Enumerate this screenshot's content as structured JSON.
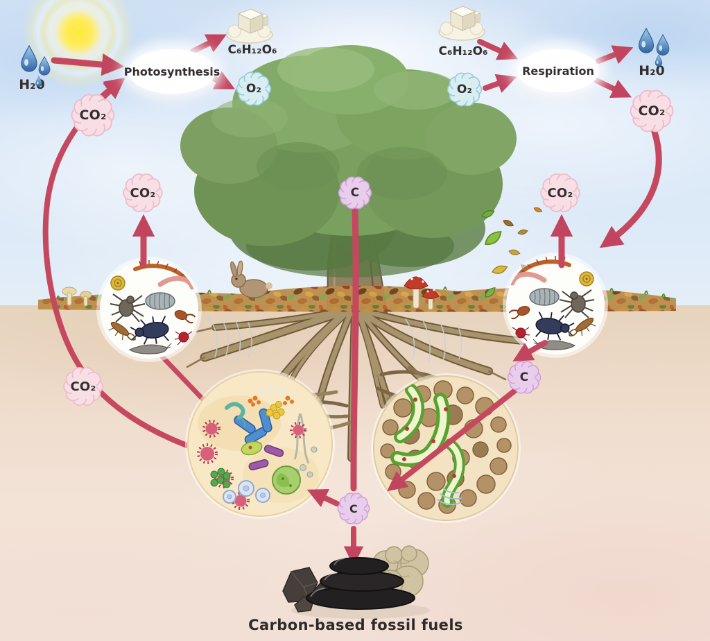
{
  "labels": {
    "photosynthesis": "Photosynthesis",
    "respiration": "Respiration",
    "glucose": "C₆H₁₂O₆",
    "water": "H₂0",
    "oxygen": "O₂",
    "carbon_dioxide": "CO₂",
    "carbon": "C",
    "fossil_fuels_caption": "Carbon-based fossil fuels"
  },
  "icons": {
    "sun-icon": "watercolor sun with rings",
    "water-droplets-icon": "blue rain droplets",
    "sugar-cubes-icon": "white sugar cubes",
    "tree-icon": "broadleaf tree with root system",
    "soil-invertebrates-icon": "circle of soil insects and worms",
    "soil-microbes-icon": "circle of bacteria, viruses and protozoa",
    "root-fungi-icon": "circle of root cells and soil particles",
    "fossil-fuels-icon": "coal lumps, oil seam and rock",
    "rabbit-icon": "brown rabbit at burrow",
    "mushrooms-icon": "fly agaric mushrooms",
    "falling-leaves-icon": "autumn leaves falling"
  },
  "colors": {
    "arrow": "#c5485f",
    "co2_cloud_fill": "#f8dfe6",
    "co2_cloud_stroke": "#eebccb",
    "o2_cloud_fill": "#d8eef2",
    "o2_cloud_stroke": "#96cbd6",
    "carbon_cloud_fill": "#e9cdec",
    "carbon_cloud_stroke": "#cf9fd8",
    "sky": "#d8e7f7",
    "ground": "#eedbca",
    "text": "#332f2e"
  }
}
